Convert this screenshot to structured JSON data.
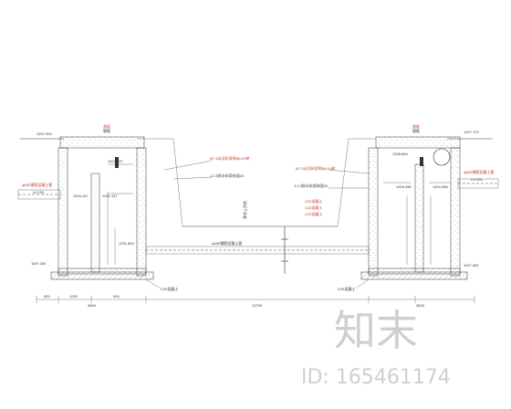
{
  "drawing": {
    "left_chamber": {
      "top_elev": "1207.000",
      "cover_label": "盖板",
      "cover_sub": "钢筋",
      "pipe_label": "φ600钢筋混凝土管",
      "pipe_slope": "i=0.3%",
      "level_1": "1204.997",
      "level_2": "1203.447",
      "level_3": "1201.447",
      "bottom_elev": "1197.200",
      "base_label": "C20混凝土"
    },
    "right_chamber": {
      "top_elev": "1207.170",
      "cover_label": "盖板",
      "cover_sub": "钢筋",
      "pipe_label": "φ600钢筋混凝土管",
      "pipe_slope": "i=0.3%",
      "level_1": "1205.654",
      "level_2": "1204.356",
      "level_3": "1204.356",
      "bottom_elev": "1197.400",
      "base_label": "C20混凝土"
    },
    "center": {
      "wall_note": "M7.5水泥砂浆砌MU10砖",
      "plaster_note": "1:2.5防水砂浆抹面20",
      "trench_note": "原状土开挖",
      "pipe_label": "φ400钢筋混凝土管",
      "pipe_elev": "1201.800",
      "notes": [
        "C20混凝土",
        "C20混凝土",
        "C20混凝土"
      ]
    },
    "dimensions": {
      "d1": "900",
      "d2": "1200",
      "d3": "900",
      "total_left": "3600",
      "center_span": "10700",
      "total_right": "3600"
    }
  },
  "watermark": {
    "brand": "知末",
    "id_label": "ID: 165461174"
  }
}
